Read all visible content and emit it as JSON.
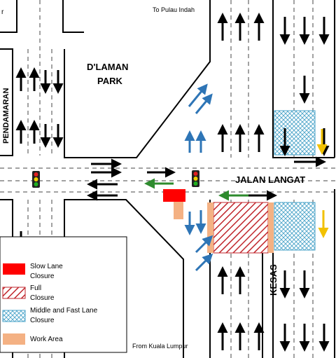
{
  "labels": {
    "top_left_fragment": "r",
    "to_destination": "To Pulau Indah",
    "from_origin": "From Kuala Lumpur",
    "park": [
      "D'LAMAN",
      "PARK"
    ],
    "road_left": "PENDAMARAN",
    "road_main": "JALAN LANGAT",
    "road_bottom": "KESAS"
  },
  "legend": {
    "items": [
      {
        "label_lines": [
          "Slow Lane",
          "Closure"
        ],
        "swatch": "solid-red"
      },
      {
        "label_lines": [
          "Full",
          "Closure"
        ],
        "swatch": "red-hatch"
      },
      {
        "label_lines": [
          "Middle and Fast Lane",
          "Closure"
        ],
        "swatch": "blue-crosshatch"
      },
      {
        "label_lines": [
          "Work Area"
        ],
        "swatch": "tan"
      }
    ]
  },
  "icons": {
    "traffic_light": "traffic-light-icon",
    "arrow": "lane-arrow-icon"
  },
  "colors": {
    "road_line": "#000000",
    "slow_lane_closure": "#ff0000",
    "full_closure_hatch": "#c0262c",
    "middle_fast_closure": "#4aa3c8",
    "work_area": "#f4b183",
    "arrow_black": "#000000",
    "arrow_blue": "#2e75b6",
    "arrow_green": "#2e8b2e",
    "arrow_yellow": "#f2c100",
    "traffic_red": "#e02020",
    "traffic_yellow": "#f0d000",
    "traffic_green": "#20b020"
  }
}
